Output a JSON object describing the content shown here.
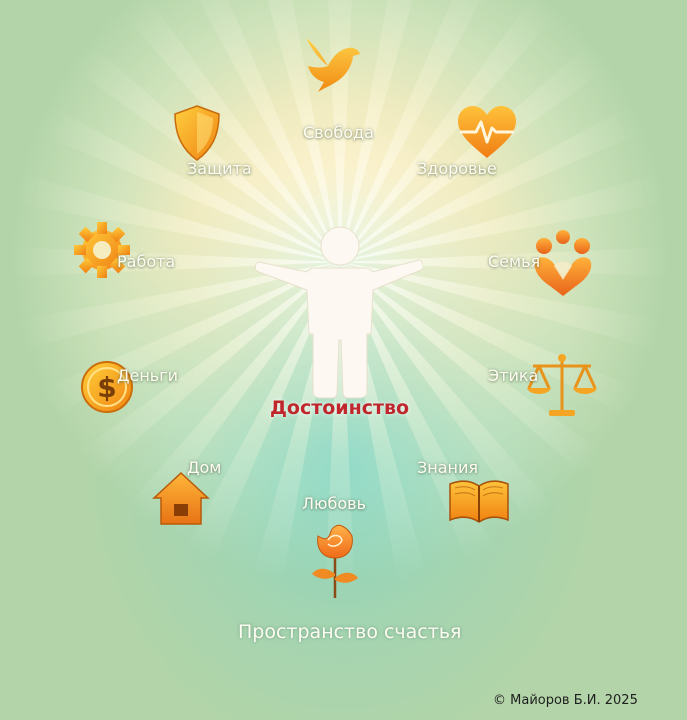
{
  "center": {
    "label": "Достоинство"
  },
  "items": {
    "freedom": "Свобода",
    "health": "Здоровье",
    "family": "Семья",
    "ethics": "Этика",
    "knowledge": "Знания",
    "love": "Любовь",
    "home": "Дом",
    "money": "Деньги",
    "work": "Работа",
    "protection": "Защита"
  },
  "icons": {
    "freedom": "dove-icon",
    "health": "heart-pulse-icon",
    "family": "family-icon",
    "ethics": "scales-icon",
    "knowledge": "open-book-icon",
    "love": "rose-icon",
    "home": "house-icon",
    "money": "dollar-coin-icon",
    "work": "gear-icon",
    "protection": "shield-icon"
  },
  "subtitle": "Пространство счастья",
  "copyright": "©  Майоров Б.И.  2025",
  "colors": {
    "icon_orange": "#f6a21c",
    "center_label": "#c0272d"
  }
}
